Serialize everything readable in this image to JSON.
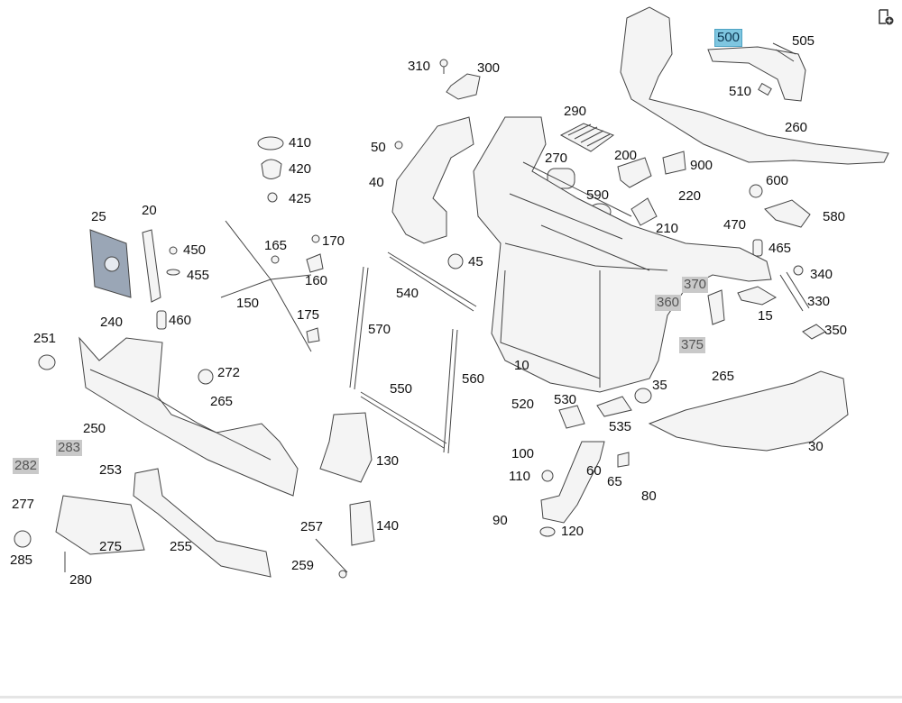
{
  "diagram": {
    "labels": [
      {
        "id": "500",
        "state": "selected"
      },
      {
        "id": "505"
      },
      {
        "id": "510"
      },
      {
        "id": "260"
      },
      {
        "id": "310"
      },
      {
        "id": "300"
      },
      {
        "id": "290"
      },
      {
        "id": "270"
      },
      {
        "id": "200"
      },
      {
        "id": "900"
      },
      {
        "id": "600"
      },
      {
        "id": "580"
      },
      {
        "id": "590"
      },
      {
        "id": "220"
      },
      {
        "id": "210"
      },
      {
        "id": "470"
      },
      {
        "id": "465"
      },
      {
        "id": "340"
      },
      {
        "id": "330"
      },
      {
        "id": "370",
        "state": "grey"
      },
      {
        "id": "360",
        "state": "grey"
      },
      {
        "id": "375",
        "state": "grey"
      },
      {
        "id": "15"
      },
      {
        "id": "350"
      },
      {
        "id": "265"
      },
      {
        "id": "410"
      },
      {
        "id": "420"
      },
      {
        "id": "425"
      },
      {
        "id": "50"
      },
      {
        "id": "40"
      },
      {
        "id": "45"
      },
      {
        "id": "25"
      },
      {
        "id": "20"
      },
      {
        "id": "450"
      },
      {
        "id": "455"
      },
      {
        "id": "460"
      },
      {
        "id": "165"
      },
      {
        "id": "170"
      },
      {
        "id": "160"
      },
      {
        "id": "150"
      },
      {
        "id": "175"
      },
      {
        "id": "540"
      },
      {
        "id": "570"
      },
      {
        "id": "10"
      },
      {
        "id": "240"
      },
      {
        "id": "251"
      },
      {
        "id": "272"
      },
      {
        "id": "265"
      },
      {
        "id": "250"
      },
      {
        "id": "283",
        "state": "grey"
      },
      {
        "id": "282",
        "state": "grey"
      },
      {
        "id": "253"
      },
      {
        "id": "277"
      },
      {
        "id": "275"
      },
      {
        "id": "285"
      },
      {
        "id": "280"
      },
      {
        "id": "255"
      },
      {
        "id": "550"
      },
      {
        "id": "560"
      },
      {
        "id": "130"
      },
      {
        "id": "140"
      },
      {
        "id": "257"
      },
      {
        "id": "259"
      },
      {
        "id": "520"
      },
      {
        "id": "530"
      },
      {
        "id": "535"
      },
      {
        "id": "35"
      },
      {
        "id": "30"
      },
      {
        "id": "100"
      },
      {
        "id": "110"
      },
      {
        "id": "60"
      },
      {
        "id": "65"
      },
      {
        "id": "80"
      },
      {
        "id": "90"
      },
      {
        "id": "120"
      }
    ]
  },
  "toolbar": {
    "icon": "add-to-list-icon"
  },
  "colors": {
    "selected_bg": "#7fc6e0",
    "grey_bg": "#c9c9c9",
    "line": "#444444"
  }
}
